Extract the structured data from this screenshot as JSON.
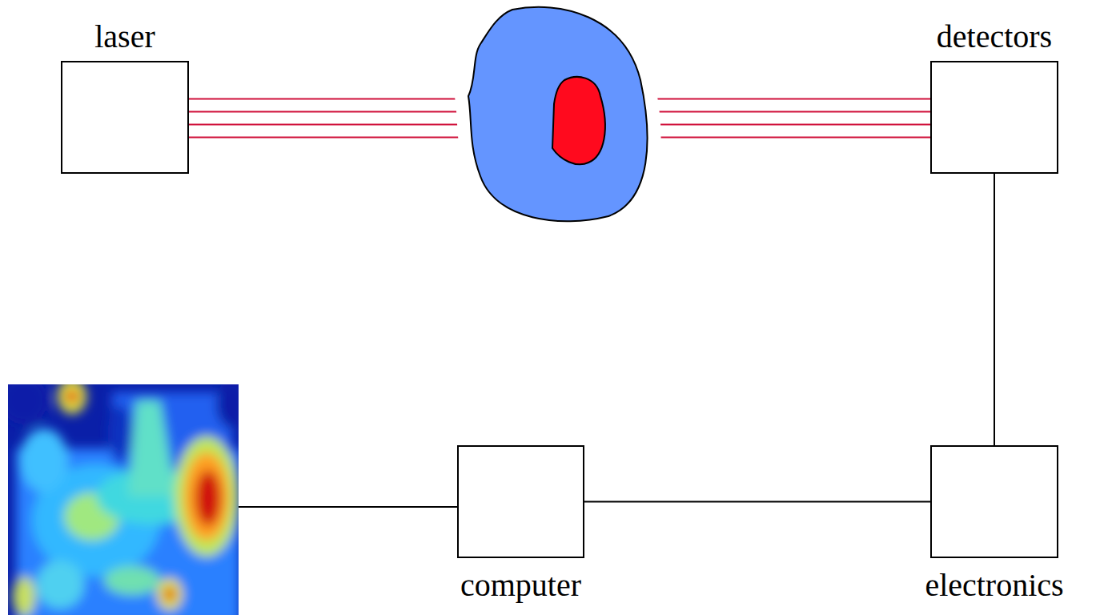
{
  "diagram": {
    "nodes": [
      {
        "text": [
          "laser"
        ]
      },
      {
        "text": [
          "detectors"
        ]
      },
      {
        "text": [
          "computer"
        ]
      },
      {
        "text": [
          "electronics"
        ]
      }
    ],
    "edges": [
      {
        "from": 0,
        "to": 1,
        "arrow": "none"
      },
      {
        "from": 1,
        "to": 3,
        "arrow": "none"
      },
      {
        "from": 3,
        "to": 2,
        "arrow": "none"
      }
    ]
  }
}
